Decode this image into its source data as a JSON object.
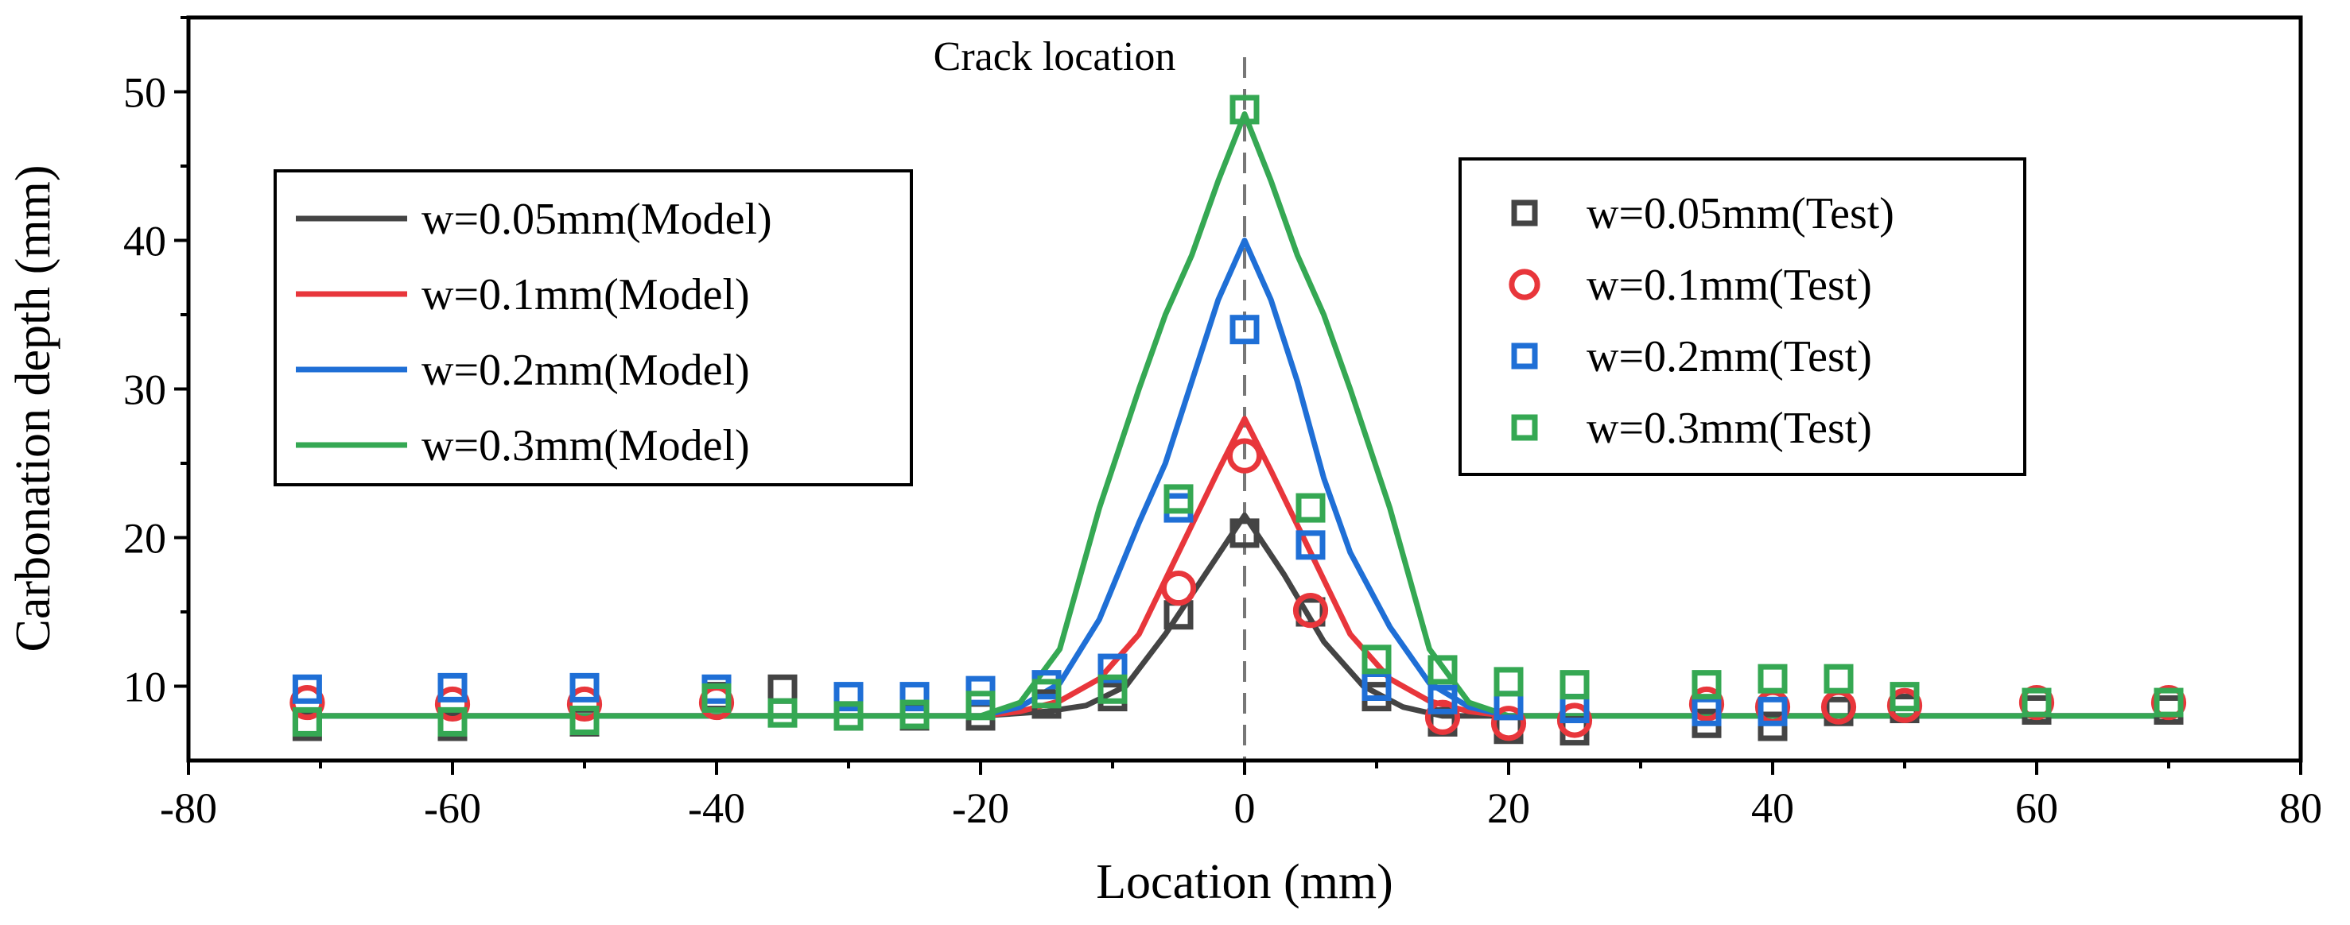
{
  "chart_data": {
    "type": "line",
    "xlabel": "Location (mm)",
    "ylabel": "Carbonation depth (mm)",
    "xlim": [
      -80,
      80
    ],
    "ylim": [
      5,
      55
    ],
    "xticks": [
      -80,
      -60,
      -40,
      -20,
      0,
      20,
      40,
      60,
      80
    ],
    "yticks": [
      10,
      20,
      30,
      40,
      50
    ],
    "grid": false,
    "annotation": "Crack location",
    "crack_x": 0,
    "model_series": [
      {
        "name": "w=0.05mm(Model)",
        "color": "#444444",
        "x": [
          -70,
          -20,
          -15,
          -12,
          -9,
          -6,
          -3,
          0,
          3,
          6,
          9,
          12,
          15,
          20,
          70
        ],
        "y": [
          8,
          8,
          8.3,
          8.7,
          10,
          13.5,
          17.5,
          21.5,
          17.5,
          13,
          10,
          8.6,
          8,
          8,
          8
        ]
      },
      {
        "name": "w=0.1mm(Model)",
        "color": "#e8363b",
        "x": [
          -70,
          -20,
          -17,
          -14,
          -11,
          -8,
          -5,
          -2,
          0,
          2,
          5,
          8,
          11,
          14,
          17,
          20,
          70
        ],
        "y": [
          8,
          8,
          8.3,
          9,
          10.5,
          13.5,
          19,
          24.5,
          28,
          24.5,
          19,
          13.5,
          10.5,
          9,
          8.3,
          8,
          8
        ]
      },
      {
        "name": "w=0.2mm(Model)",
        "color": "#1f6fd6",
        "x": [
          -70,
          -20,
          -17,
          -14,
          -11,
          -8,
          -6,
          -4,
          -2,
          0,
          2,
          4,
          6,
          8,
          11,
          14,
          17,
          20,
          70
        ],
        "y": [
          8,
          8,
          8.6,
          10.2,
          14.5,
          21,
          25,
          30.5,
          36,
          40,
          36,
          30.5,
          24,
          19,
          14,
          10.2,
          8.6,
          8,
          8
        ]
      },
      {
        "name": "w=0.3mm(Model)",
        "color": "#35a853",
        "x": [
          -70,
          -20,
          -17,
          -14,
          -11,
          -8,
          -6,
          -4,
          -2,
          0,
          2,
          4,
          6,
          8,
          11,
          14,
          17,
          20,
          70
        ],
        "y": [
          8,
          8,
          8.9,
          12.5,
          22,
          30,
          35,
          39,
          44,
          48.5,
          44,
          39,
          35,
          30,
          22,
          12.5,
          8.9,
          8,
          8
        ]
      }
    ],
    "test_series": [
      {
        "name": "w=0.05mm(Test)",
        "marker": "square",
        "color": "#444444",
        "x": [
          -71,
          -60,
          -50,
          -40,
          -35,
          -30,
          -25,
          -20,
          -15,
          -10,
          -5,
          0,
          5,
          10,
          15,
          20,
          25,
          35,
          40,
          45,
          50,
          60,
          70
        ],
        "y": [
          7.3,
          7.3,
          7.6,
          9.3,
          9.8,
          8,
          8,
          8,
          8.8,
          9.3,
          14.8,
          20.3,
          15,
          9.3,
          7.6,
          7.1,
          7,
          7.5,
          7.3,
          8.3,
          8.5,
          8.4,
          8.4
        ]
      },
      {
        "name": "w=0.1mm(Test)",
        "marker": "circle",
        "color": "#e8363b",
        "x": [
          -71,
          -60,
          -50,
          -40,
          -5,
          0,
          5,
          15,
          20,
          25,
          35,
          40,
          45,
          50,
          60,
          70
        ],
        "y": [
          8.9,
          8.8,
          8.8,
          8.9,
          16.6,
          25.5,
          15.1,
          7.9,
          7.5,
          7.7,
          8.8,
          8.6,
          8.6,
          8.7,
          8.9,
          8.9
        ]
      },
      {
        "name": "w=0.2mm(Test)",
        "marker": "square",
        "color": "#1f6fd6",
        "x": [
          -71,
          -60,
          -50,
          -40,
          -30,
          -25,
          -20,
          -15,
          -10,
          -5,
          0,
          5,
          10,
          15,
          20,
          25,
          35,
          40
        ],
        "y": [
          9.8,
          9.9,
          9.9,
          9.8,
          9.3,
          9.3,
          9.7,
          10.1,
          11.2,
          22,
          34,
          19.5,
          10,
          9.1,
          8.7,
          8.5,
          8.3,
          8.3
        ]
      },
      {
        "name": "w=0.3mm(Test)",
        "marker": "square",
        "color": "#35a853",
        "x": [
          -71,
          -60,
          -50,
          -40,
          -35,
          -30,
          -25,
          -20,
          -15,
          -10,
          -5,
          0,
          5,
          10,
          15,
          20,
          25,
          35,
          40,
          45,
          50,
          60,
          70
        ],
        "y": [
          7.6,
          7.6,
          7.7,
          9.2,
          8.2,
          8,
          8.1,
          8.7,
          9.5,
          9.8,
          22.6,
          48.8,
          22,
          11.8,
          11.1,
          10.3,
          10.1,
          10.1,
          10.5,
          10.5,
          9.3,
          8.9,
          8.9
        ]
      }
    ]
  }
}
